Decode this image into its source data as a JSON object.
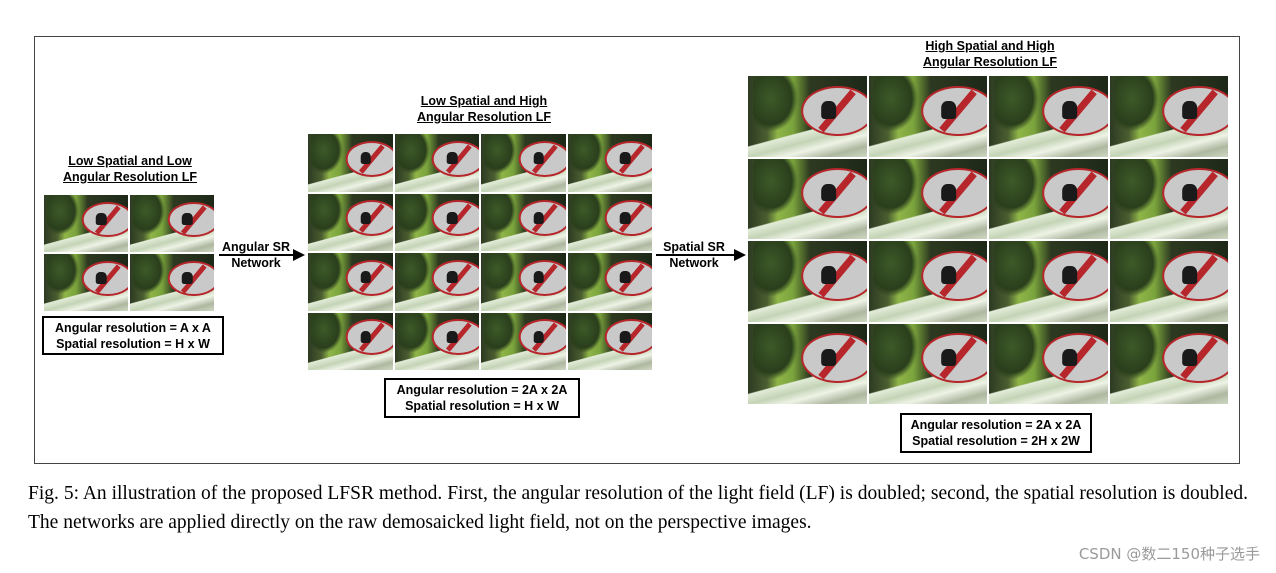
{
  "figure": {
    "stage1": {
      "heading_line1": "Low Spatial and Low",
      "heading_line2": "Angular Resolution LF",
      "angular": "Angular resolution = A x A",
      "spatial": "Spatial resolution = H x W",
      "grid": "2x2"
    },
    "arrow1": {
      "line1": "Angular SR",
      "line2": "Network"
    },
    "stage2": {
      "heading_line1": "Low Spatial and High",
      "heading_line2": "Angular Resolution LF",
      "angular": "Angular resolution = 2A x 2A",
      "spatial": "Spatial resolution = H x W",
      "grid": "4x4"
    },
    "arrow2": {
      "line1": "Spatial SR",
      "line2": "Network"
    },
    "stage3": {
      "heading_line1": "High Spatial and High",
      "heading_line2": "Angular Resolution LF",
      "angular": "Angular resolution = 2A x 2A",
      "spatial": "Spatial resolution = 2H x 2W",
      "grid": "4x4"
    }
  },
  "caption": "Fig. 5: An illustration of the proposed LFSR method. First, the angular resolution of the light field (LF) is doubled; second, the spatial resolution is doubled. The networks are applied directly on the raw demosaicked light field, not on the perspective images.",
  "watermark": "CSDN @数二150种子选手"
}
